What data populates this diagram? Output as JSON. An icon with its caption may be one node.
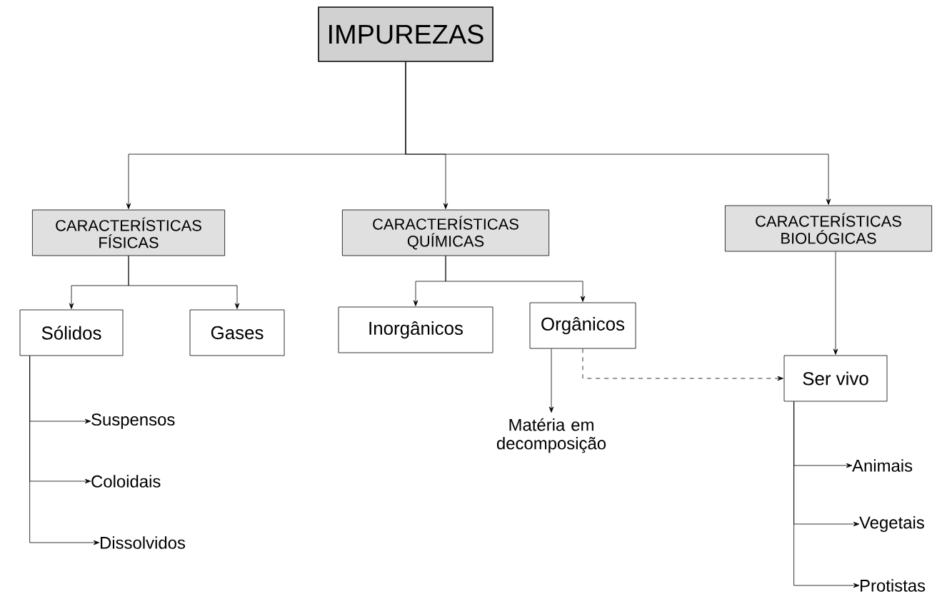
{
  "diagram": {
    "nodes": [
      {
        "text": [
          "IMPUREZAS"
        ]
      },
      {
        "text": [
          "CARACTERÍSTICAS FÍSICAS"
        ]
      },
      {
        "text": [
          "CARACTERÍSTICAS QUÍMICAS"
        ]
      },
      {
        "text": [
          "CARACTERÍSTICAS BIOLÓGICAS"
        ]
      },
      {
        "text": [
          "Sólidos"
        ]
      },
      {
        "text": [
          "Gases"
        ]
      },
      {
        "text": [
          "Inorgânicos"
        ]
      },
      {
        "text": [
          "Orgânicos"
        ]
      },
      {
        "text": [
          "Matéria em decomposição"
        ]
      },
      {
        "text": [
          "Ser vivo"
        ]
      },
      {
        "text": [
          "Suspensos"
        ]
      },
      {
        "text": [
          "Coloidais"
        ]
      },
      {
        "text": [
          "Dissolvidos"
        ]
      },
      {
        "text": [
          "Animais"
        ]
      },
      {
        "text": [
          "Vegetais"
        ]
      },
      {
        "text": [
          "Protistas"
        ]
      }
    ],
    "edges": [
      {
        "from": 0,
        "to": 1,
        "arrow": "to"
      },
      {
        "from": 0,
        "to": 2,
        "arrow": "to"
      },
      {
        "from": 0,
        "to": 3,
        "arrow": "to"
      },
      {
        "from": 1,
        "to": 4,
        "arrow": "to"
      },
      {
        "from": 1,
        "to": 5,
        "arrow": "to"
      },
      {
        "from": 2,
        "to": 6,
        "arrow": "to"
      },
      {
        "from": 2,
        "to": 7,
        "arrow": "to"
      },
      {
        "from": 3,
        "to": 9,
        "arrow": "to"
      },
      {
        "from": 7,
        "to": 8,
        "arrow": "to"
      },
      {
        "from": 7,
        "to": 9,
        "arrow": "to",
        "style": "dashed"
      },
      {
        "from": 4,
        "to": 10,
        "arrow": "to"
      },
      {
        "from": 4,
        "to": 11,
        "arrow": "to"
      },
      {
        "from": 4,
        "to": 12,
        "arrow": "to"
      },
      {
        "from": 9,
        "to": 13,
        "arrow": "to"
      },
      {
        "from": 9,
        "to": 14,
        "arrow": "to"
      },
      {
        "from": 9,
        "to": 15,
        "arrow": "to"
      }
    ]
  }
}
